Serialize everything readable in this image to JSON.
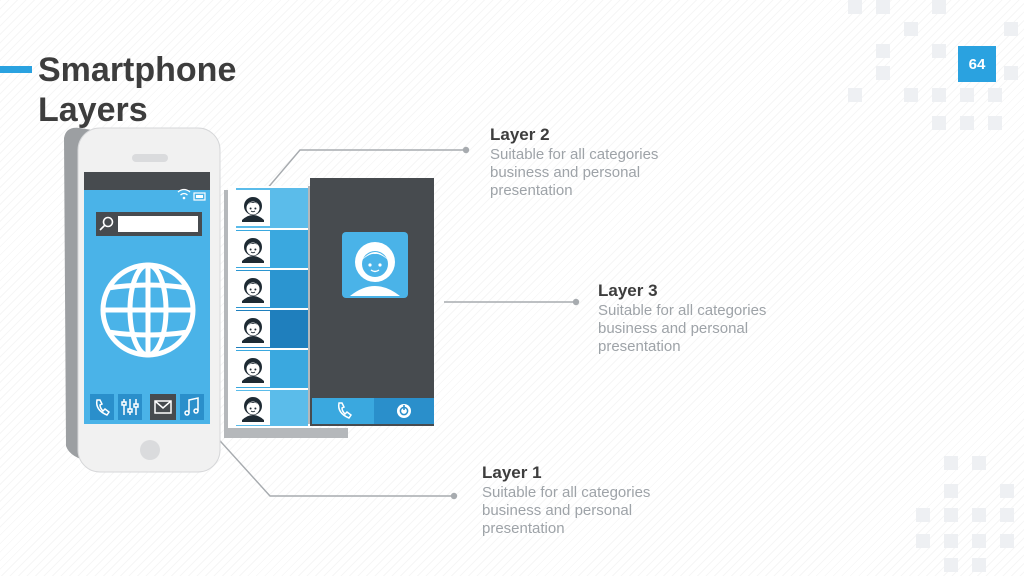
{
  "slide": {
    "title": "Smartphone Layers",
    "page_number": "64"
  },
  "colors": {
    "accent": "#2aa2e0",
    "screen_blue": "#4ab3e8",
    "dark_panel": "#474b4f",
    "phone_body": "#f1f1f1",
    "text_dark": "#3d3d3d",
    "text_gray": "#9ea3a8"
  },
  "icons": [
    "wifi-icon",
    "battery-icon",
    "search-icon",
    "globe-icon",
    "phone-icon",
    "equalizer-icon",
    "mail-icon",
    "music-icon",
    "power-icon",
    "avatar-icon"
  ],
  "callouts": {
    "layer2": {
      "heading": "Layer 2",
      "description": "Suitable for all categories business and personal presentation"
    },
    "layer3": {
      "heading": "Layer 3",
      "description": "Suitable for all categories business and personal presentation"
    },
    "layer1": {
      "heading": "Layer 1",
      "description": "Suitable for all categories business and personal presentation"
    }
  }
}
